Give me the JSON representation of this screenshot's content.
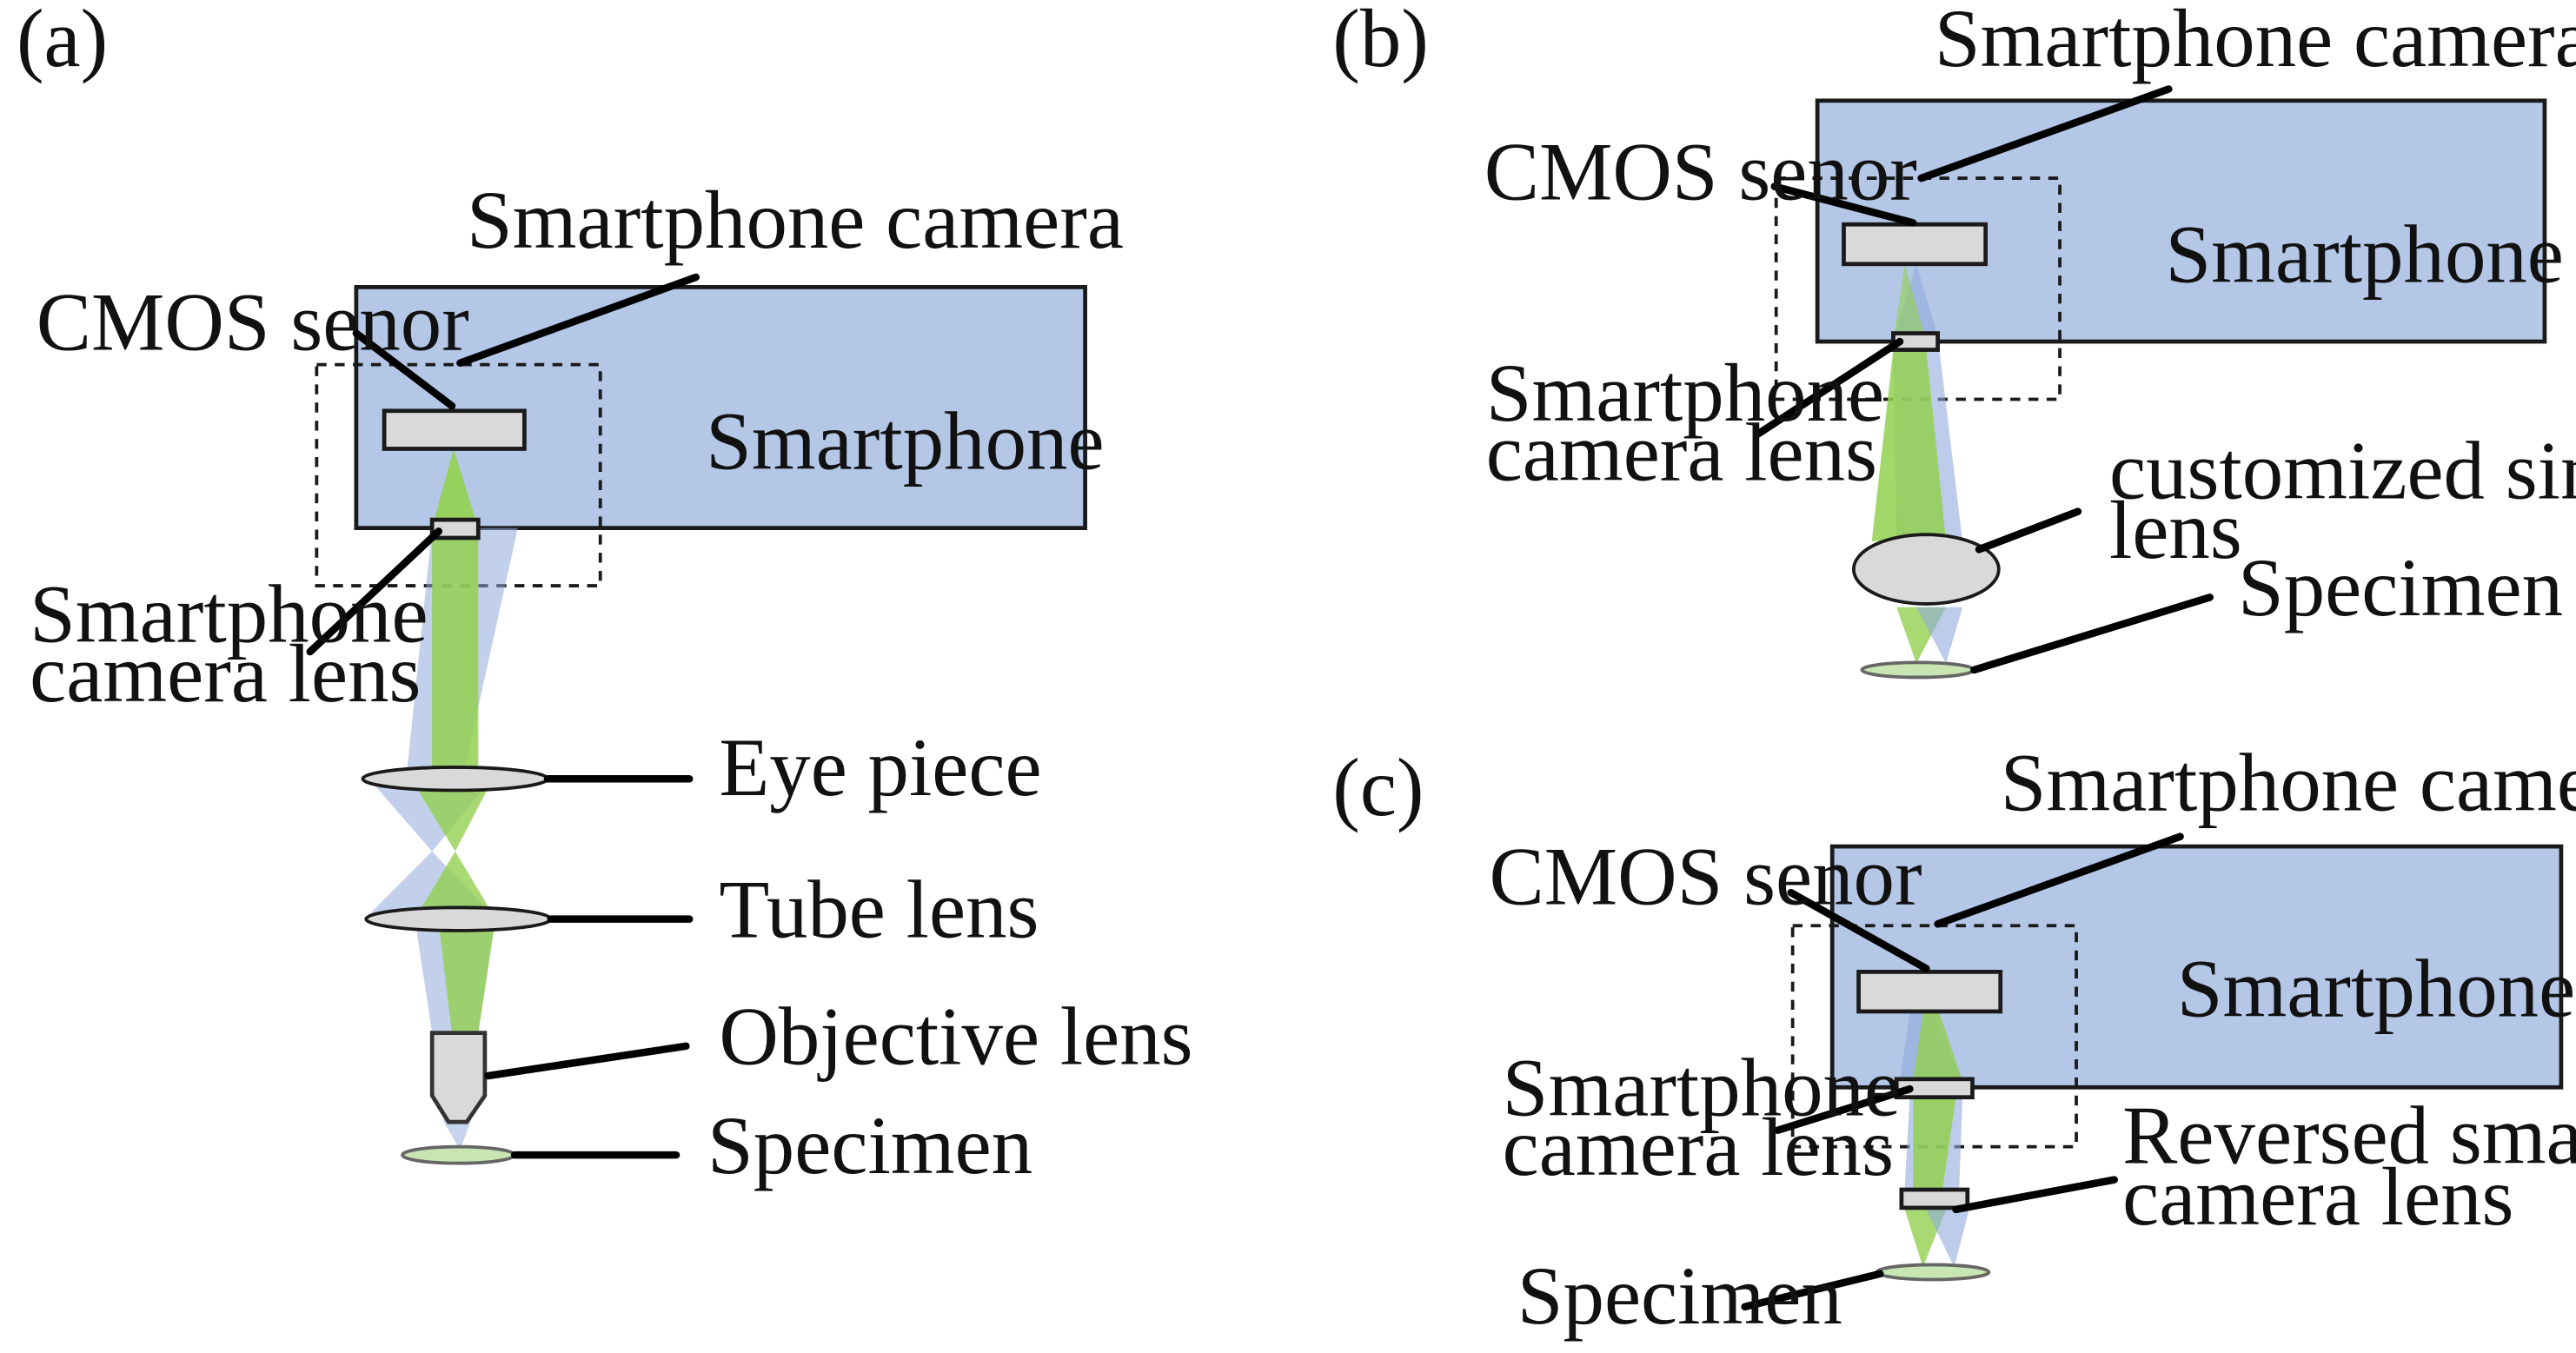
{
  "colors": {
    "smartphone_body": "#b4c7e7",
    "sensor_and_lenses": "#d9d9d9",
    "beam_green": "#92d050",
    "beam_blue": "#8faadc",
    "specimen": "#c9e5b2"
  },
  "panel_a": {
    "tag": "(a)",
    "smartphone_camera": "Smartphone camera",
    "cmos_sensor": "CMOS senor",
    "smartphone": "Smartphone",
    "camera_lens_line1": "Smartphone",
    "camera_lens_line2": "camera lens",
    "eyepiece": "Eye piece",
    "tube_lens": "Tube lens",
    "objective_lens": "Objective lens",
    "specimen": "Specimen"
  },
  "panel_b": {
    "tag": "(b)",
    "smartphone_camera": "Smartphone camera",
    "cmos_sensor": "CMOS senor",
    "smartphone": "Smartphone",
    "camera_lens_line1": "Smartphone",
    "camera_lens_line2": "camera lens",
    "singlet_line1": "customized singlet",
    "singlet_line2": "lens",
    "specimen": "Specimen"
  },
  "panel_c": {
    "tag": "(c)",
    "smartphone_camera": "Smartphone camera",
    "cmos_sensor": "CMOS senor",
    "smartphone": "Smartphone",
    "camera_lens_line1": "Smartphone",
    "camera_lens_line2": "camera lens",
    "reversed_line1": "Reversed smartphone",
    "reversed_line2": "camera lens",
    "specimen": "Specimen"
  }
}
